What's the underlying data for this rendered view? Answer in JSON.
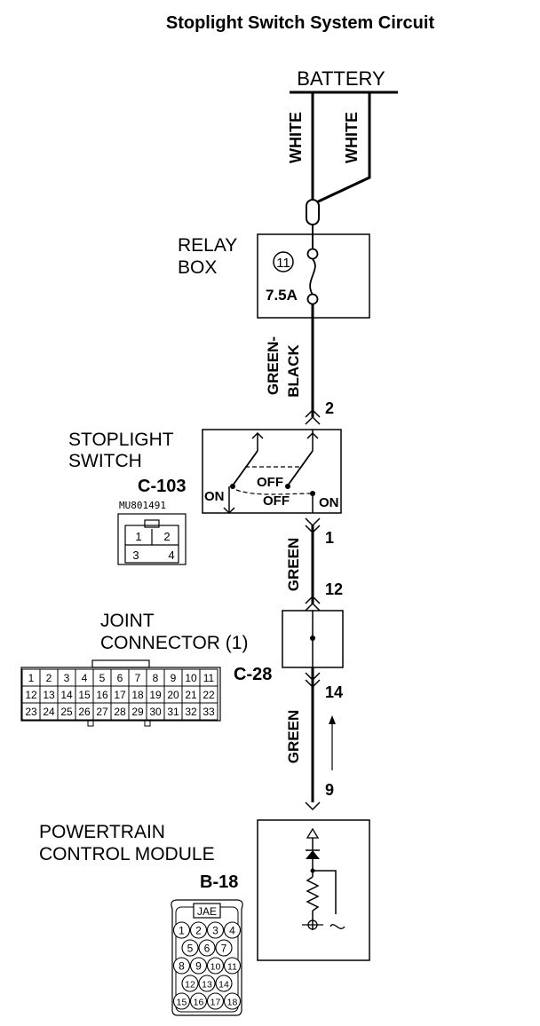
{
  "title": "Stoplight Switch System Circuit",
  "battery": {
    "label": "BATTERY",
    "wire_left": "WHITE",
    "wire_right": "WHITE"
  },
  "relay_box": {
    "label_line1": "RELAY",
    "label_line2": "BOX",
    "fuse_number": "11",
    "fuse_rating": "7.5A"
  },
  "wire_relay_to_switch": {
    "line1": "GREEN-",
    "line2": "BLACK"
  },
  "stoplight_switch": {
    "label_line1": "STOPLIGHT",
    "label_line2": "SWITCH",
    "connector_id": "C-103",
    "part_number": "MU801491",
    "pin_top": "2",
    "pin_bottom": "1",
    "state_on_left": "ON",
    "state_off_upper": "OFF",
    "state_off_lower": "OFF",
    "state_on_right": "ON",
    "connector_pins": [
      "1",
      "2",
      "3",
      "4"
    ]
  },
  "wire_switch_to_joint": "GREEN",
  "joint_connector": {
    "label_line1": "JOINT",
    "label_line2": "CONNECTOR (1)",
    "connector_id": "C-28",
    "pin_top": "12",
    "pin_bottom": "14",
    "pin_rows": [
      [
        "1",
        "2",
        "3",
        "4",
        "5",
        "6",
        "7",
        "8",
        "9",
        "10",
        "11"
      ],
      [
        "12",
        "13",
        "14",
        "15",
        "16",
        "17",
        "18",
        "19",
        "20",
        "21",
        "22"
      ],
      [
        "23",
        "24",
        "25",
        "26",
        "27",
        "28",
        "29",
        "30",
        "31",
        "32",
        "33"
      ]
    ]
  },
  "wire_joint_to_pcm": "GREEN",
  "pcm": {
    "label_line1": "POWERTRAIN",
    "label_line2": "CONTROL MODULE",
    "connector_id": "B-18",
    "pin": "9",
    "connector_header": "JAE",
    "pin_rows": [
      [
        "1",
        "2",
        "3",
        "4"
      ],
      [
        "5",
        "6",
        "7"
      ],
      [
        "8",
        "9",
        "10",
        "11"
      ],
      [
        "12",
        "13",
        "14"
      ],
      [
        "15",
        "16",
        "17",
        "18"
      ]
    ]
  }
}
